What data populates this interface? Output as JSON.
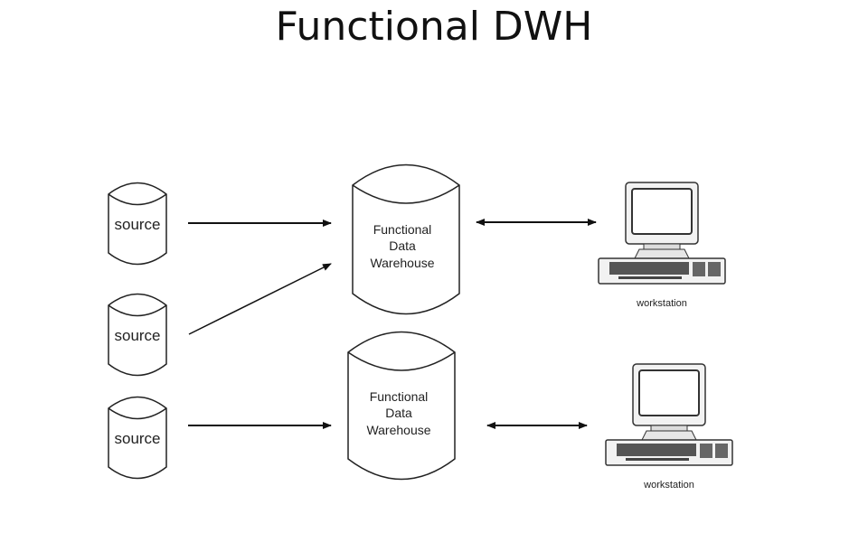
{
  "title": "Functional DWH",
  "sources": [
    {
      "label": "source"
    },
    {
      "label": "source"
    },
    {
      "label": "source"
    }
  ],
  "warehouses": [
    {
      "lines": [
        "Functional",
        "Data",
        "Warehouse"
      ]
    },
    {
      "lines": [
        "Functional",
        "Data",
        "Warehouse"
      ]
    }
  ],
  "workstations": [
    {
      "label": "workstation"
    },
    {
      "label": "workstation"
    }
  ],
  "colors": {
    "stroke": "#222222",
    "background": "#ffffff"
  }
}
